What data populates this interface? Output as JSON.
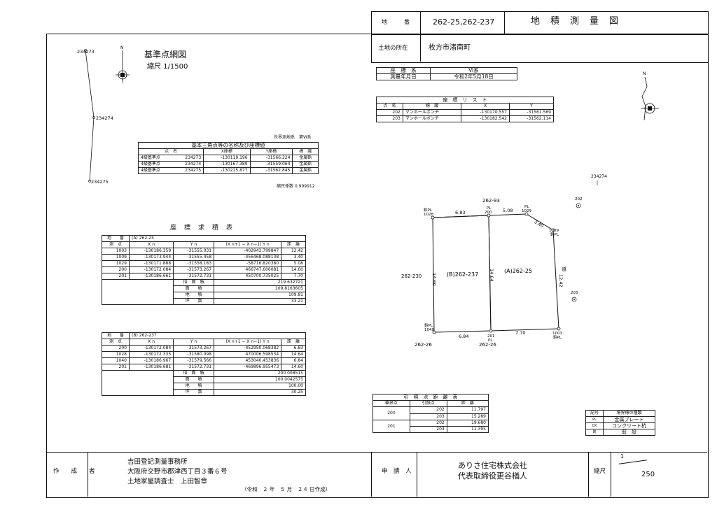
{
  "title_block": {
    "lot_label": "地　　　番",
    "lot_value": "262-25,262-237",
    "doc_title": "地　積　測　量　図",
    "location_label": "土地の所在",
    "location_value": "枚方市渚南町"
  },
  "coord_system": {
    "label1": "座　標　系",
    "value1": "Ⅵ系",
    "label2": "測量年月日",
    "value2": "令和2年5月18日"
  },
  "coord_list": {
    "title": "座　標　リ　ス　ト",
    "headers": [
      "点　名",
      "標　識",
      "X",
      "Y"
    ],
    "rows": [
      [
        "202",
        "マンホールポンチ",
        "-130170.557",
        "-31561.569"
      ],
      [
        "203",
        "マンホールポンチ",
        "-130182.542",
        "-31562.114"
      ]
    ]
  },
  "base_network": {
    "title": "基準点網図",
    "scale": "縮尺 1/1500",
    "points": [
      "234273",
      "234274",
      "234275"
    ]
  },
  "triangulation": {
    "system_note": "世界測地系　第Ⅵ系",
    "title": "基本三角点等の名称及び座標値",
    "headers": [
      "点　名",
      "X座標",
      "Y座標",
      "標　識"
    ],
    "rows": [
      [
        "4級基準点",
        "234273",
        "-130119.196",
        "-31566.224",
        "金属鋲"
      ],
      [
        "4級基準点",
        "234274",
        "-130167.389",
        "-31559.064",
        "金属鋲"
      ],
      [
        "4級基準点",
        "234275",
        "-130215.877",
        "-31562.845",
        "金属鋲"
      ]
    ],
    "scale_factor": "縮尺係数 0.999912"
  },
  "area_calc": {
    "title": "座　標　求　積　表",
    "tables": [
      {
        "lot_label": "地　　番",
        "lot": "(A) 262-25",
        "headers": [
          "測　点",
          "X n",
          "Y n",
          "(X n+1 − X n−1) Y n",
          "距　離"
        ],
        "rows": [
          [
            "1003",
            "-130186.359",
            "-31555.031",
            "-402943.799847",
            "12.42"
          ],
          [
            "1009",
            "-130173.944",
            "-31555.458",
            "-456468.088138",
            "3.40"
          ],
          [
            "1029",
            "-130171.888",
            "-31558.183",
            "-58716.820380",
            "5.08"
          ],
          [
            "200",
            "-130172.084",
            "-31573.267",
            "466747.606081",
            "14.60"
          ],
          [
            "201",
            "-130186.661",
            "-31572.731",
            "450700.735025",
            "7.70"
          ]
        ],
        "sum_labels": [
          "倍　面　積",
          "面　　積",
          "地　　積",
          "坪　　数"
        ],
        "sum_values": [
          "219.632721",
          "109.8163605",
          "109.81",
          "33.21"
        ]
      },
      {
        "lot_label": "地　　番",
        "lot": "(B) 262-237",
        "headers": [
          "測　点",
          "X n",
          "Y n",
          "(X n+1 − X n−1) Y n",
          "距　離"
        ],
        "rows": [
          [
            "200",
            "-130172.084",
            "-31573.267",
            "-452950.068382",
            "6.83"
          ],
          [
            "1028",
            "-130172.335",
            "-31580.098",
            "470006.598534",
            "14.64"
          ],
          [
            "1040",
            "-130186.967",
            "-31579.566",
            "453040.453836",
            "6.84"
          ],
          [
            "201",
            "-130186.681",
            "-31572.731",
            "-469896.955473",
            "14.60"
          ]
        ],
        "sum_labels": [
          "倍　面　積",
          "面　　積",
          "地　　積",
          "坪　　数"
        ],
        "sum_values": [
          "200.008515",
          "100.0042575",
          "100.00",
          "30.25"
        ]
      }
    ]
  },
  "plot": {
    "lot_a": "(A)262-25",
    "lot_b": "(B)262-237",
    "neighbors": [
      "262-93",
      "262-230",
      "262-26",
      "262-26"
    ],
    "road": "道",
    "dims": [
      "6.83",
      "5.08",
      "3.40",
      "12.42",
      "14.64",
      "14.60",
      "6.84",
      "7.70"
    ],
    "points": [
      "1028",
      "200",
      "1029",
      "1009",
      "1040",
      "201",
      "1003",
      "202",
      "203",
      "234274"
    ],
    "pin_labels": [
      "鋲PL",
      "PL",
      "PL",
      "鋲PL",
      "鋲PL",
      "PL",
      "鋲PL"
    ],
    "north": "N"
  },
  "ref_distance": {
    "title": "引　照　点　距　離　表",
    "headers": [
      "筆界点",
      "引照点",
      "距　離"
    ],
    "groups": [
      {
        "pt": "200",
        "rows": [
          [
            "202",
            "11.797"
          ],
          [
            "203",
            "15.289"
          ]
        ]
      },
      {
        "pt": "201",
        "rows": [
          [
            "202",
            "19.680"
          ],
          [
            "203",
            "11.395"
          ]
        ]
      }
    ]
  },
  "legend": {
    "headers": [
      "記号",
      "境界標の種類"
    ],
    "rows": [
      [
        "PL",
        "金属プレート"
      ],
      [
        "CK",
        "コンクリート杭"
      ],
      [
        "既",
        "既　設"
      ]
    ]
  },
  "footer": {
    "maker_label": "作　　成　　者",
    "maker_lines": [
      "吉田登記測量事務所",
      "大阪府交野市郡津西丁目３番６号",
      "土地家屋調査士　上田智章"
    ],
    "date_note": "（令和　２ 年　５ 月　２４ 日作成）",
    "applicant_label": "申　請　人",
    "applicant_lines": [
      "ありさ住宅株式会社",
      "代表取締役更谷楢人"
    ],
    "scale_label": "縮尺",
    "scale_num": "1",
    "scale_den": "250"
  }
}
